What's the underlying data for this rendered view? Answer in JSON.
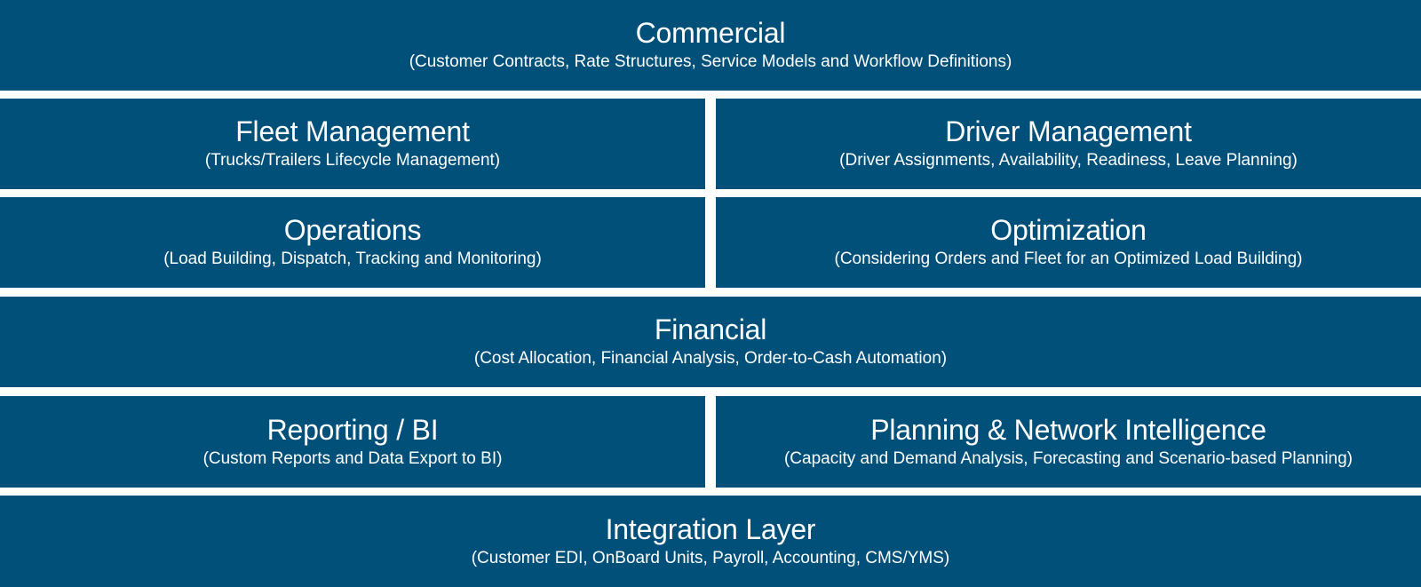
{
  "colors": {
    "block_fill": "#01507a",
    "gap": "#ffffff",
    "text": "#ffffff"
  },
  "layers": [
    {
      "blocks": [
        {
          "title": "Commercial",
          "subtitle": "(Customer Contracts, Rate Structures, Service Models and Workflow Definitions)"
        }
      ]
    },
    {
      "blocks": [
        {
          "title": "Fleet Management",
          "subtitle": "(Trucks/Trailers Lifecycle Management)"
        },
        {
          "title": "Driver Management",
          "subtitle": "(Driver Assignments, Availability, Readiness, Leave Planning)"
        }
      ]
    },
    {
      "blocks": [
        {
          "title": "Operations",
          "subtitle": "(Load Building, Dispatch, Tracking and Monitoring)"
        },
        {
          "title": "Optimization",
          "subtitle": "(Considering Orders and Fleet for an Optimized Load Building)"
        }
      ]
    },
    {
      "blocks": [
        {
          "title": "Financial",
          "subtitle": "(Cost Allocation, Financial Analysis, Order-to-Cash Automation)"
        }
      ]
    },
    {
      "blocks": [
        {
          "title": "Reporting / BI",
          "subtitle": "(Custom Reports and Data Export to BI)"
        },
        {
          "title": "Planning & Network Intelligence",
          "subtitle": "(Capacity and Demand Analysis, Forecasting and Scenario-based Planning)"
        }
      ]
    },
    {
      "blocks": [
        {
          "title": "Integration Layer",
          "subtitle": "(Customer EDI, OnBoard Units, Payroll, Accounting, CMS/YMS)"
        }
      ]
    }
  ]
}
